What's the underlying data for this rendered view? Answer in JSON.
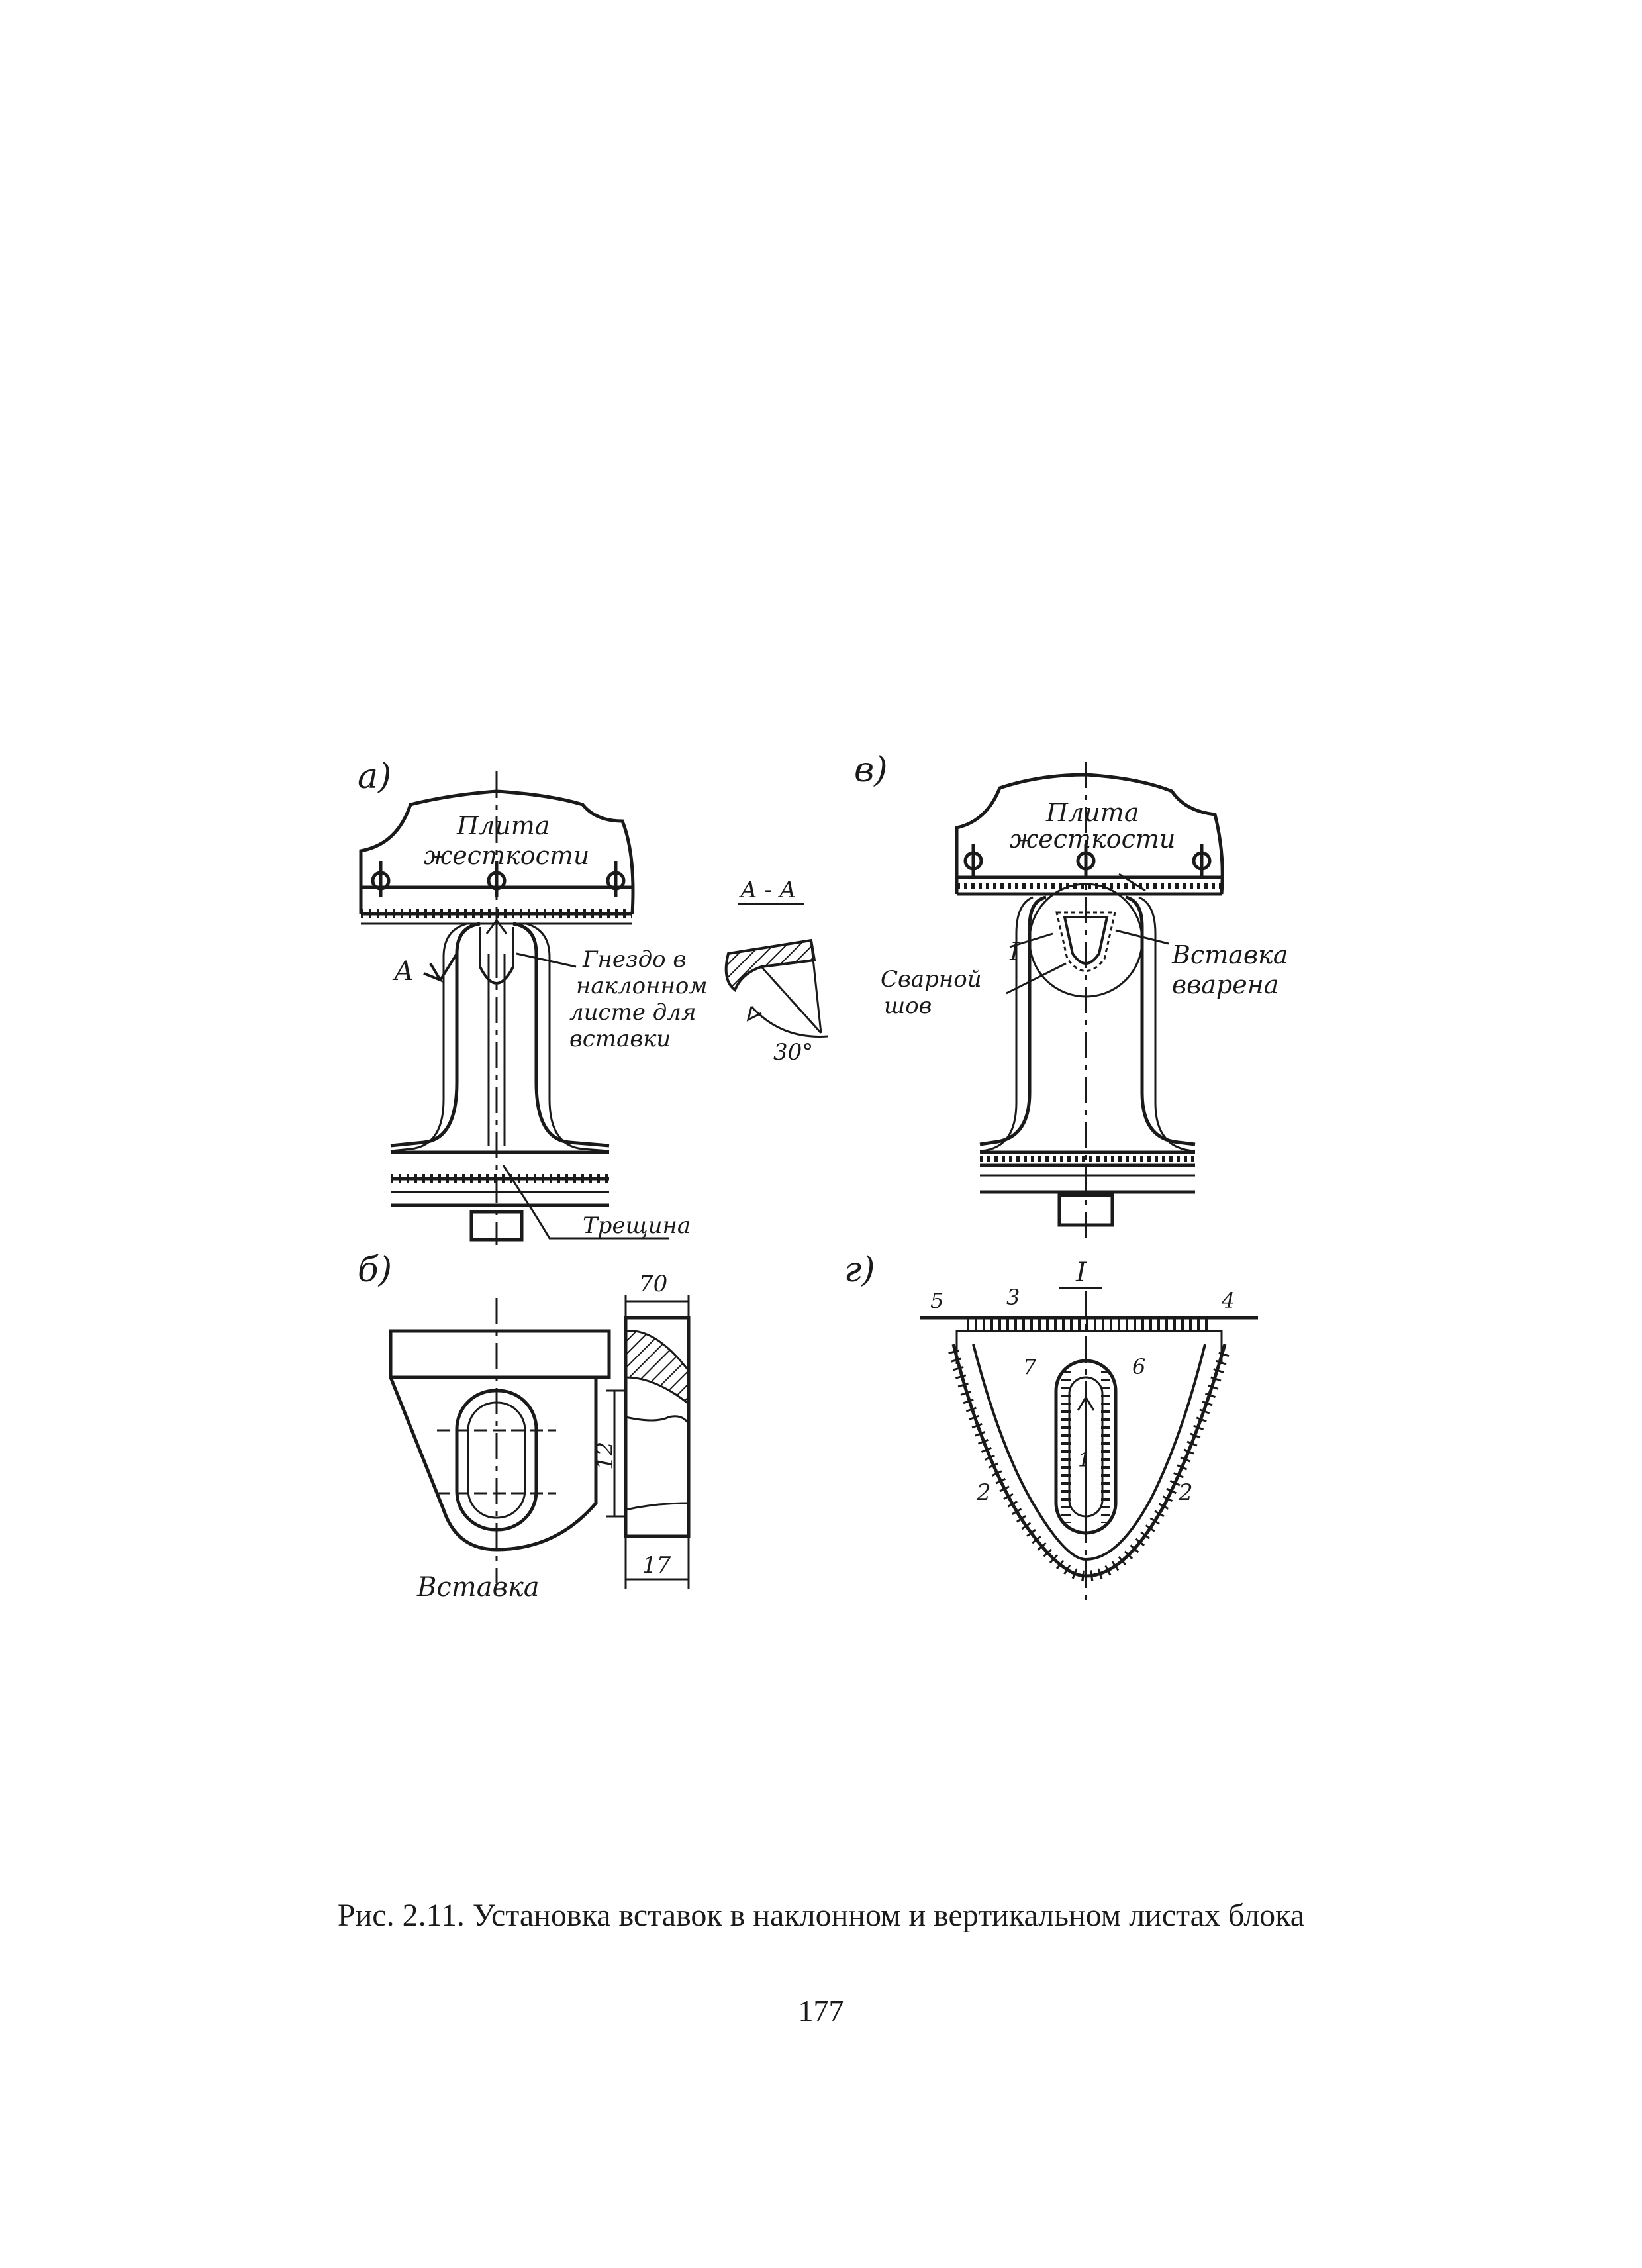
{
  "figure": {
    "panels": {
      "a": {
        "label": "а)",
        "plate": [
          "Плита",
          "жесткости"
        ],
        "section_mark": "А",
        "socket_note": [
          "Гнездо в",
          "наклонном",
          "листе для",
          "вставки"
        ],
        "crack": "Трещина"
      },
      "section": {
        "title": "А - А",
        "angle": "30°"
      },
      "b": {
        "label": "б)",
        "part_name": "Вставка",
        "dims": {
          "width": "70",
          "height": "12",
          "bottom": "17"
        }
      },
      "v": {
        "label": "в)",
        "plate": [
          "Плита",
          "жесткости"
        ],
        "detail": "I",
        "weld": [
          "Сварной",
          "шов"
        ],
        "insert_note": [
          "Вставка",
          "вварена"
        ]
      },
      "g": {
        "label": "г)",
        "detail_title": "I",
        "seam_numbers": [
          "5",
          "3",
          "4",
          "7",
          "6",
          "2",
          "2",
          "1"
        ]
      }
    }
  },
  "caption": "Рис. 2.11. Установка вставок в наклонном и вертикальном листах блока",
  "page_number": "177"
}
